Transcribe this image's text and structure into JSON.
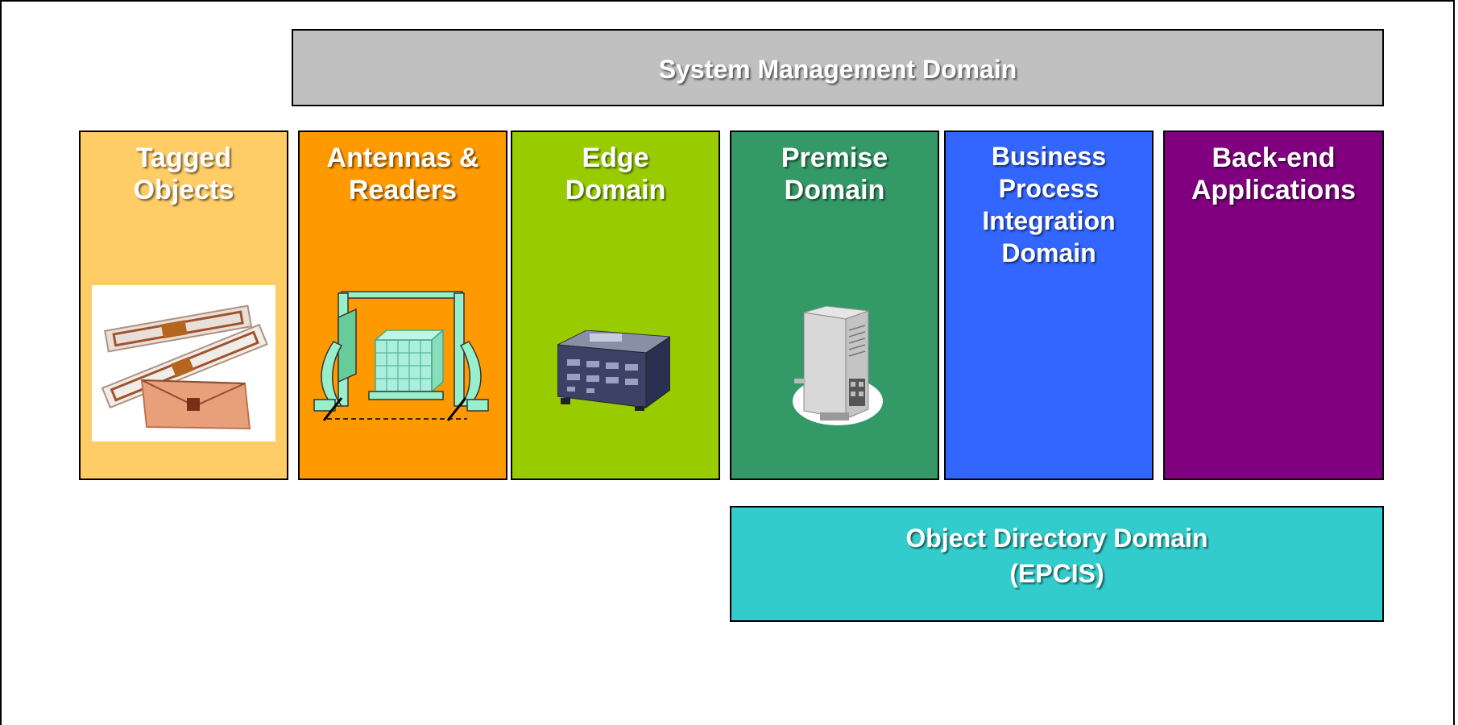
{
  "top_domain": {
    "label": "System Management Domain",
    "color": "#c0c0c0"
  },
  "columns": [
    {
      "lines": [
        "Tagged",
        "Objects"
      ],
      "color": "#ffcc66",
      "image": "rfid-tags-icon"
    },
    {
      "lines": [
        "Antennas &",
        "Readers"
      ],
      "color": "#ff9900",
      "image": "rfid-portal-reader-icon"
    },
    {
      "lines": [
        "Edge",
        "Domain"
      ],
      "color": "#99cc00",
      "image": "edge-server-device-icon"
    },
    {
      "lines": [
        "Premise",
        "Domain"
      ],
      "color": "#339966",
      "image": "tower-server-icon"
    },
    {
      "lines": [
        "Business",
        "Process",
        "Integration",
        "Domain"
      ],
      "color": "#3366ff"
    },
    {
      "lines": [
        "Back-end",
        "Applications"
      ],
      "color": "#800080"
    }
  ],
  "bottom_domain": {
    "lines": [
      "Object Directory Domain",
      "(EPCIS)"
    ],
    "color": "#33cccc"
  }
}
